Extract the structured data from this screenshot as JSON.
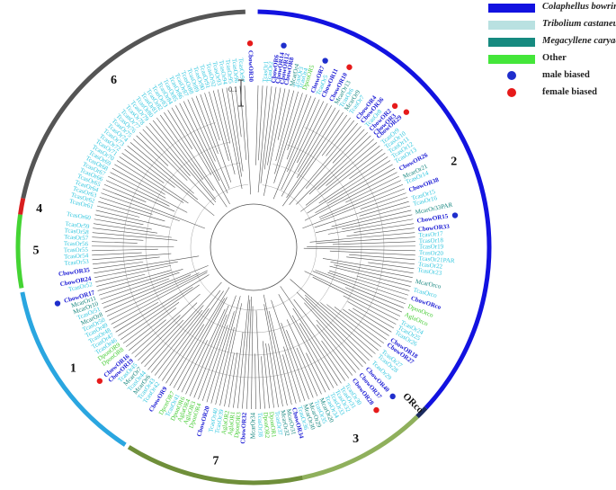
{
  "colors": {
    "branch": "#555555",
    "colaphellus": "#1b1bd4",
    "tribolium": "#33c7df",
    "megacyllene": "#16867f",
    "other": "#44cc33",
    "male": "#1f2ecc",
    "female": "#e61a1a"
  },
  "legend": [
    {
      "kind": "swatch",
      "color": "#1212e0",
      "label": "Colaphellus bowringi",
      "italic": true
    },
    {
      "kind": "swatch",
      "color": "#b9e1e1",
      "label": "Tribolium castaneum",
      "italic": true
    },
    {
      "kind": "swatch",
      "color": "#168a80",
      "label": "Megacyllene caryae",
      "italic": true
    },
    {
      "kind": "swatch",
      "color": "#44e63a",
      "label": "Other",
      "italic": false
    },
    {
      "kind": "dot",
      "color": "#1f2ecc",
      "label": "male biased",
      "italic": false
    },
    {
      "kind": "dot",
      "color": "#e61a1a",
      "label": "female biased",
      "italic": false
    }
  ],
  "scale_bar": "0.1",
  "clade_arcs": [
    {
      "label": "2",
      "color": "#1212e0",
      "a1": 1,
      "a2": 133
    },
    {
      "label": "ORco",
      "color": "#1a2a5e",
      "a1": 133,
      "a2": 136
    },
    {
      "label": "3",
      "color": "#8fb05c",
      "a1": 136,
      "a2": 168
    },
    {
      "label": "7",
      "color": "#6f8f3a",
      "a1": 168,
      "a2": 212
    },
    {
      "label": "1",
      "color": "#2aa6e0",
      "a1": 213,
      "a2": 259
    },
    {
      "label": "5",
      "color": "#44d433",
      "a1": 260,
      "a2": 278
    },
    {
      "label": "4",
      "color": "#d81e1e",
      "a1": 278,
      "a2": 282
    },
    {
      "label": "6",
      "color": "#555555",
      "a1": 282,
      "a2": 358
    }
  ],
  "tip_labels": [
    {
      "t": "CbowOR6",
      "a": 7,
      "c": "colaphellus",
      "m": ""
    },
    {
      "t": "CbowOR14",
      "a": 8.5,
      "c": "colaphellus",
      "m": "male"
    },
    {
      "t": "CbowOR12",
      "a": 10,
      "c": "colaphellus",
      "m": ""
    },
    {
      "t": "CbowOR8",
      "a": 11.5,
      "c": "colaphellus",
      "m": ""
    },
    {
      "t": "CbowOR7",
      "a": 21,
      "c": "colaphellus",
      "m": "male"
    },
    {
      "t": "CbowOR11",
      "a": 25,
      "c": "colaphellus",
      "m": ""
    },
    {
      "t": "CbowOR10",
      "a": 28,
      "c": "colaphellus",
      "m": "female"
    },
    {
      "t": "CbowOR4",
      "a": 39,
      "c": "colaphellus",
      "m": ""
    },
    {
      "t": "CbowOR36",
      "a": 41,
      "c": "colaphellus",
      "m": ""
    },
    {
      "t": "CbowOR2",
      "a": 45,
      "c": "colaphellus",
      "m": "female"
    },
    {
      "t": "CbowOR3",
      "a": 47,
      "c": "colaphellus",
      "m": ""
    },
    {
      "t": "CbowOR29",
      "a": 48.5,
      "c": "colaphellus",
      "m": "female"
    },
    {
      "t": "CbowOR26",
      "a": 62,
      "c": "colaphellus",
      "m": ""
    },
    {
      "t": "CbowOR38",
      "a": 70,
      "c": "colaphellus",
      "m": ""
    },
    {
      "t": "CbowOR15",
      "a": 81,
      "c": "colaphellus",
      "m": "male"
    },
    {
      "t": "CbowOR33",
      "a": 84,
      "c": "colaphellus",
      "m": ""
    },
    {
      "t": "CbowORco",
      "a": 108,
      "c": "colaphellus",
      "m": ""
    },
    {
      "t": "CbowOR18",
      "a": 124,
      "c": "colaphellus",
      "m": ""
    },
    {
      "t": "CbowOR27",
      "a": 126,
      "c": "colaphellus",
      "m": ""
    },
    {
      "t": "CbowOR40",
      "a": 137,
      "c": "colaphellus",
      "m": "male"
    },
    {
      "t": "CbowOR37",
      "a": 140,
      "c": "colaphellus",
      "m": ""
    },
    {
      "t": "CbowOR28",
      "a": 143,
      "c": "colaphellus",
      "m": "female"
    },
    {
      "t": "CbowOR34",
      "a": 166,
      "c": "colaphellus",
      "m": ""
    },
    {
      "t": "CbowOR32",
      "a": 183,
      "c": "colaphellus",
      "m": ""
    },
    {
      "t": "CbowOR20",
      "a": 196,
      "c": "colaphellus",
      "m": ""
    },
    {
      "t": "CbowOR9",
      "a": 212,
      "c": "colaphellus",
      "m": ""
    },
    {
      "t": "CbowOR19",
      "a": 227,
      "c": "colaphellus",
      "m": ""
    },
    {
      "t": "CbowOR16",
      "a": 229,
      "c": "colaphellus",
      "m": "female"
    },
    {
      "t": "CbowOR17",
      "a": 254,
      "c": "colaphellus",
      "m": "male"
    },
    {
      "t": "CbowOR24",
      "a": 259,
      "c": "colaphellus",
      "m": ""
    },
    {
      "t": "CbowOR35",
      "a": 262,
      "c": "colaphellus",
      "m": ""
    },
    {
      "t": "CbowOR30",
      "a": 359,
      "c": "colaphellus",
      "m": "female"
    },
    {
      "t": "TcasOr1",
      "a": 4,
      "c": "tribolium",
      "m": ""
    },
    {
      "t": "TcasOr2",
      "a": 5.5,
      "c": "tribolium",
      "m": ""
    },
    {
      "t": "McarOr4",
      "a": 13.5,
      "c": "megacyllene",
      "m": ""
    },
    {
      "t": "TcasOr3",
      "a": 15,
      "c": "tribolium",
      "m": ""
    },
    {
      "t": "TcasOr4",
      "a": 16.5,
      "c": "tribolium",
      "m": ""
    },
    {
      "t": "DponOR5",
      "a": 18,
      "c": "other",
      "m": ""
    },
    {
      "t": "TcasOr5",
      "a": 23,
      "c": "tribolium",
      "m": ""
    },
    {
      "t": "McarOr13",
      "a": 30,
      "c": "megacyllene",
      "m": ""
    },
    {
      "t": "TcasOr6",
      "a": 32,
      "c": "tribolium",
      "m": ""
    },
    {
      "t": "McarOr9",
      "a": 34,
      "c": "megacyllene",
      "m": ""
    },
    {
      "t": "TcasOr7",
      "a": 36,
      "c": "tribolium",
      "m": ""
    },
    {
      "t": "TcasOr8",
      "a": 43,
      "c": "tribolium",
      "m": ""
    },
    {
      "t": "TcasOr9",
      "a": 51,
      "c": "tribolium",
      "m": ""
    },
    {
      "t": "TcasOr10",
      "a": 53,
      "c": "tribolium",
      "m": ""
    },
    {
      "t": "TcasOr11",
      "a": 55,
      "c": "tribolium",
      "m": ""
    },
    {
      "t": "TcasOr12",
      "a": 57,
      "c": "tribolium",
      "m": ""
    },
    {
      "t": "TcasOr13",
      "a": 59,
      "c": "tribolium",
      "m": ""
    },
    {
      "t": "McarOr21",
      "a": 65,
      "c": "megacyllene",
      "m": ""
    },
    {
      "t": "TcasOr14",
      "a": 67,
      "c": "tribolium",
      "m": ""
    },
    {
      "t": "TcasOr15",
      "a": 73,
      "c": "tribolium",
      "m": ""
    },
    {
      "t": "TcasOr16",
      "a": 75,
      "c": "tribolium",
      "m": ""
    },
    {
      "t": "McarOr33PAR",
      "a": 78,
      "c": "megacyllene",
      "m": ""
    },
    {
      "t": "TcasOr17",
      "a": 86,
      "c": "tribolium",
      "m": ""
    },
    {
      "t": "TcasOr18",
      "a": 88,
      "c": "tribolium",
      "m": ""
    },
    {
      "t": "TcasOr19",
      "a": 90,
      "c": "tribolium",
      "m": ""
    },
    {
      "t": "TcasOr20",
      "a": 92,
      "c": "tribolium",
      "m": ""
    },
    {
      "t": "TcasOr21PAR",
      "a": 94,
      "c": "tribolium",
      "m": ""
    },
    {
      "t": "TcasOr22",
      "a": 96,
      "c": "tribolium",
      "m": ""
    },
    {
      "t": "TcasOr23",
      "a": 98,
      "c": "tribolium",
      "m": ""
    },
    {
      "t": "McarOrco",
      "a": 102,
      "c": "megacyllene",
      "m": ""
    },
    {
      "t": "TcasOrco",
      "a": 105,
      "c": "tribolium",
      "m": ""
    },
    {
      "t": "DponOrco",
      "a": 111,
      "c": "other",
      "m": ""
    },
    {
      "t": "AglaOrco",
      "a": 114,
      "c": "other",
      "m": ""
    },
    {
      "t": "TcasOr24",
      "a": 117,
      "c": "tribolium",
      "m": ""
    },
    {
      "t": "TcasOr25",
      "a": 119,
      "c": "tribolium",
      "m": ""
    },
    {
      "t": "TcasOr26",
      "a": 121,
      "c": "tribolium",
      "m": ""
    },
    {
      "t": "TcasOr27",
      "a": 129,
      "c": "tribolium",
      "m": ""
    },
    {
      "t": "TcasOr28",
      "a": 131,
      "c": "tribolium",
      "m": ""
    },
    {
      "t": "TcasOr29",
      "a": 134,
      "c": "tribolium",
      "m": ""
    },
    {
      "t": "TcasOr30",
      "a": 146,
      "c": "tribolium",
      "m": ""
    },
    {
      "t": "TcasOr31",
      "a": 148,
      "c": "tribolium",
      "m": ""
    },
    {
      "t": "TcasOr32",
      "a": 150,
      "c": "tribolium",
      "m": ""
    },
    {
      "t": "TcasOr33",
      "a": 152,
      "c": "tribolium",
      "m": ""
    },
    {
      "t": "TcasOr34",
      "a": 154,
      "c": "tribolium",
      "m": ""
    },
    {
      "t": "McarOr20",
      "a": 156,
      "c": "megacyllene",
      "m": ""
    },
    {
      "t": "TcasOr35",
      "a": 158,
      "c": "tribolium",
      "m": ""
    },
    {
      "t": "McarOr29",
      "a": 160,
      "c": "megacyllene",
      "m": ""
    },
    {
      "t": "McarOr30",
      "a": 162,
      "c": "megacyllene",
      "m": ""
    },
    {
      "t": "TcasOr36",
      "a": 164,
      "c": "tribolium",
      "m": ""
    },
    {
      "t": "McarOr31",
      "a": 168,
      "c": "megacyllene",
      "m": ""
    },
    {
      "t": "McarOr32",
      "a": 170,
      "c": "megacyllene",
      "m": ""
    },
    {
      "t": "TcasOr37",
      "a": 172,
      "c": "tribolium",
      "m": ""
    },
    {
      "t": "DponOR1",
      "a": 174,
      "c": "other",
      "m": ""
    },
    {
      "t": "DponOR2",
      "a": 176,
      "c": "other",
      "m": ""
    },
    {
      "t": "TcasOr38",
      "a": 178,
      "c": "tribolium",
      "m": ""
    },
    {
      "t": "McarOr34",
      "a": 180,
      "c": "megacyllene",
      "m": ""
    },
    {
      "t": "DponOR3",
      "a": 185,
      "c": "other",
      "m": ""
    },
    {
      "t": "AglaOR1",
      "a": 187,
      "c": "other",
      "m": ""
    },
    {
      "t": "AglaOR2",
      "a": 189,
      "c": "other",
      "m": ""
    },
    {
      "t": "TcasOr39",
      "a": 191,
      "c": "tribolium",
      "m": ""
    },
    {
      "t": "TcasOr40",
      "a": 193,
      "c": "tribolium",
      "m": ""
    },
    {
      "t": "DponOR4",
      "a": 199,
      "c": "other",
      "m": ""
    },
    {
      "t": "AglaOR3",
      "a": 201,
      "c": "other",
      "m": ""
    },
    {
      "t": "AglaOR4",
      "a": 203,
      "c": "other",
      "m": ""
    },
    {
      "t": "DponOR6",
      "a": 205,
      "c": "other",
      "m": ""
    },
    {
      "t": "TcasOr41",
      "a": 207,
      "c": "tribolium",
      "m": ""
    },
    {
      "t": "DponOR7",
      "a": 209,
      "c": "other",
      "m": ""
    },
    {
      "t": "TcasOr42",
      "a": 215,
      "c": "tribolium",
      "m": ""
    },
    {
      "t": "TcasOr43",
      "a": 217,
      "c": "tribolium",
      "m": ""
    },
    {
      "t": "McarOr6",
      "a": 219,
      "c": "megacyllene",
      "m": ""
    },
    {
      "t": "TcasOr44",
      "a": 221,
      "c": "tribolium",
      "m": ""
    },
    {
      "t": "McarOr7",
      "a": 223,
      "c": "megacyllene",
      "m": ""
    },
    {
      "t": "TcasOr45",
      "a": 225,
      "c": "tribolium",
      "m": ""
    },
    {
      "t": "DponOR8",
      "a": 232,
      "c": "other",
      "m": ""
    },
    {
      "t": "DponOR9",
      "a": 234,
      "c": "other",
      "m": ""
    },
    {
      "t": "TcasOr46",
      "a": 236,
      "c": "tribolium",
      "m": ""
    },
    {
      "t": "TcasOr47",
      "a": 238,
      "c": "tribolium",
      "m": ""
    },
    {
      "t": "TcasOr48",
      "a": 240,
      "c": "tribolium",
      "m": ""
    },
    {
      "t": "TcasOr49",
      "a": 242,
      "c": "tribolium",
      "m": ""
    },
    {
      "t": "TcasOr50",
      "a": 244,
      "c": "tribolium",
      "m": ""
    },
    {
      "t": "McarOr8",
      "a": 246,
      "c": "megacyllene",
      "m": ""
    },
    {
      "t": "TcasOr51",
      "a": 248,
      "c": "tribolium",
      "m": ""
    },
    {
      "t": "McarOr10",
      "a": 250,
      "c": "megacyllene",
      "m": ""
    },
    {
      "t": "McarOr11",
      "a": 252,
      "c": "megacyllene",
      "m": ""
    },
    {
      "t": "TcasOr52",
      "a": 257,
      "c": "tribolium",
      "m": ""
    },
    {
      "t": "TcasOr53",
      "a": 265,
      "c": "tribolium",
      "m": ""
    },
    {
      "t": "TcasOr54",
      "a": 267,
      "c": "tribolium",
      "m": ""
    },
    {
      "t": "TcasOr55",
      "a": 269,
      "c": "tribolium",
      "m": ""
    },
    {
      "t": "TcasOr56",
      "a": 271,
      "c": "tribolium",
      "m": ""
    },
    {
      "t": "TcasOr57",
      "a": 273,
      "c": "tribolium",
      "m": ""
    },
    {
      "t": "TcasOr58",
      "a": 275,
      "c": "tribolium",
      "m": ""
    },
    {
      "t": "TcasOr59",
      "a": 277,
      "c": "tribolium",
      "m": ""
    },
    {
      "t": "TcasOr60",
      "a": 280,
      "c": "tribolium",
      "m": ""
    },
    {
      "t": "TcasOr61",
      "a": 284,
      "c": "tribolium",
      "m": ""
    },
    {
      "t": "TcasOr62",
      "a": 286,
      "c": "tribolium",
      "m": ""
    },
    {
      "t": "TcasOr63",
      "a": 288,
      "c": "tribolium",
      "m": ""
    },
    {
      "t": "TcasOr64",
      "a": 290,
      "c": "tribolium",
      "m": ""
    },
    {
      "t": "TcasOr65",
      "a": 292,
      "c": "tribolium",
      "m": ""
    },
    {
      "t": "TcasOr66",
      "a": 294,
      "c": "tribolium",
      "m": ""
    },
    {
      "t": "TcasOr67",
      "a": 296,
      "c": "tribolium",
      "m": ""
    },
    {
      "t": "TcasOr68",
      "a": 298,
      "c": "tribolium",
      "m": ""
    },
    {
      "t": "TcasOr69",
      "a": 300,
      "c": "tribolium",
      "m": ""
    },
    {
      "t": "TcasOr70",
      "a": 302,
      "c": "tribolium",
      "m": ""
    },
    {
      "t": "TcasOr71",
      "a": 304,
      "c": "tribolium",
      "m": ""
    },
    {
      "t": "TcasOr72",
      "a": 306,
      "c": "tribolium",
      "m": ""
    },
    {
      "t": "TcasOr73",
      "a": 308,
      "c": "tribolium",
      "m": ""
    },
    {
      "t": "TcasOr74",
      "a": 310,
      "c": "tribolium",
      "m": ""
    },
    {
      "t": "TcasOr75",
      "a": 312,
      "c": "tribolium",
      "m": ""
    },
    {
      "t": "TcasOr76",
      "a": 314,
      "c": "tribolium",
      "m": ""
    },
    {
      "t": "TcasOr77",
      "a": 316,
      "c": "tribolium",
      "m": ""
    },
    {
      "t": "TcasOr78",
      "a": 318,
      "c": "tribolium",
      "m": ""
    },
    {
      "t": "TcasOr79",
      "a": 320,
      "c": "tribolium",
      "m": ""
    },
    {
      "t": "TcasOr80",
      "a": 322,
      "c": "tribolium",
      "m": ""
    },
    {
      "t": "TcasOr81",
      "a": 324,
      "c": "tribolium",
      "m": ""
    },
    {
      "t": "TcasOr82",
      "a": 326,
      "c": "tribolium",
      "m": ""
    },
    {
      "t": "TcasOr83",
      "a": 328,
      "c": "tribolium",
      "m": ""
    },
    {
      "t": "TcasOr84",
      "a": 330,
      "c": "tribolium",
      "m": ""
    },
    {
      "t": "TcasOr85",
      "a": 332,
      "c": "tribolium",
      "m": ""
    },
    {
      "t": "TcasOr86",
      "a": 334,
      "c": "tribolium",
      "m": ""
    },
    {
      "t": "TcasOr87",
      "a": 336,
      "c": "tribolium",
      "m": ""
    },
    {
      "t": "TcasOr88",
      "a": 338,
      "c": "tribolium",
      "m": ""
    },
    {
      "t": "TcasOr89",
      "a": 340,
      "c": "tribolium",
      "m": ""
    },
    {
      "t": "TcasOr90",
      "a": 342,
      "c": "tribolium",
      "m": ""
    },
    {
      "t": "TcasOr91",
      "a": 344,
      "c": "tribolium",
      "m": ""
    },
    {
      "t": "TcasOr92",
      "a": 346,
      "c": "tribolium",
      "m": ""
    },
    {
      "t": "TcasOr93",
      "a": 348,
      "c": "tribolium",
      "m": ""
    },
    {
      "t": "TcasOr94",
      "a": 350,
      "c": "tribolium",
      "m": ""
    },
    {
      "t": "TcasOr95",
      "a": 352,
      "c": "tribolium",
      "m": ""
    },
    {
      "t": "TcasOr96",
      "a": 354,
      "c": "tribolium",
      "m": ""
    },
    {
      "t": "TcasOr97",
      "a": 356,
      "c": "tribolium",
      "m": ""
    }
  ]
}
